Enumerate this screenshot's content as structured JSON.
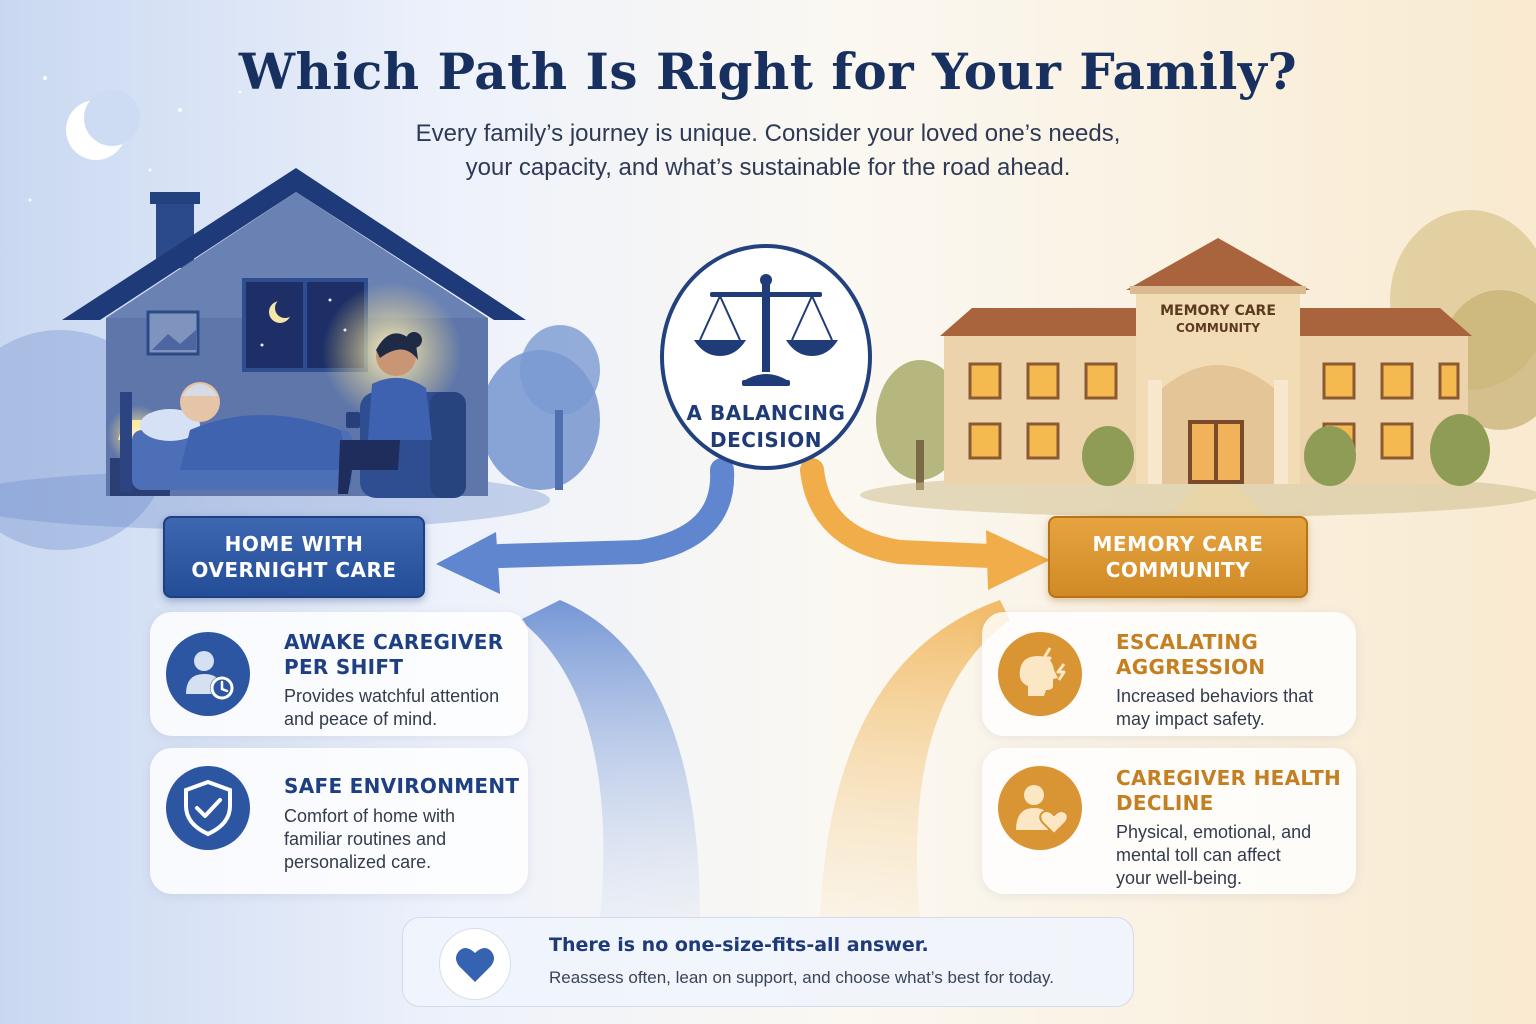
{
  "title": "Which Path Is Right for Your Family?",
  "subtitle_lines": [
    "Every family’s journey is unique. Consider your loved one’s needs,",
    "your capacity, and what’s sustainable for the road ahead."
  ],
  "center": {
    "line1": "A BALANCING",
    "line2": "DECISION",
    "icon": "scales-icon"
  },
  "building_sign": {
    "line1": "MEMORY CARE",
    "line2": "COMMUNITY"
  },
  "home_path": {
    "label_line1": "HOME WITH",
    "label_line2": "OVERNIGHT CARE",
    "color": "#2c56a2",
    "cards": [
      {
        "icon": "caregiver-clock-icon",
        "title_line1": "AWAKE CAREGIVER",
        "title_line2": "PER SHIFT",
        "text_lines": [
          "Provides watchful attention",
          "and peace of mind."
        ]
      },
      {
        "icon": "shield-check-icon",
        "title_line1": "SAFE ENVIRONMENT",
        "text_lines": [
          "Comfort of home with",
          "familiar routines and",
          "personalized care."
        ]
      }
    ]
  },
  "memory_path": {
    "label_line1": "MEMORY CARE",
    "label_line2": "COMMUNITY",
    "color": "#d99434",
    "cards": [
      {
        "icon": "head-lightning-icon",
        "title_line1": "ESCALATING",
        "title_line2": "AGGRESSION",
        "text_lines": [
          "Increased behaviors that",
          "may impact safety."
        ]
      },
      {
        "icon": "person-heart-icon",
        "title_line1": "CAREGIVER HEALTH",
        "title_line2": "DECLINE",
        "text_lines": [
          "Physical, emotional, and",
          "mental toll can affect",
          "your well-being."
        ]
      }
    ]
  },
  "banner": {
    "icon": "heart-icon",
    "heading": "There is no one-size-fits-all answer.",
    "text": "Reassess often, lean on support, and choose what’s best for today."
  }
}
